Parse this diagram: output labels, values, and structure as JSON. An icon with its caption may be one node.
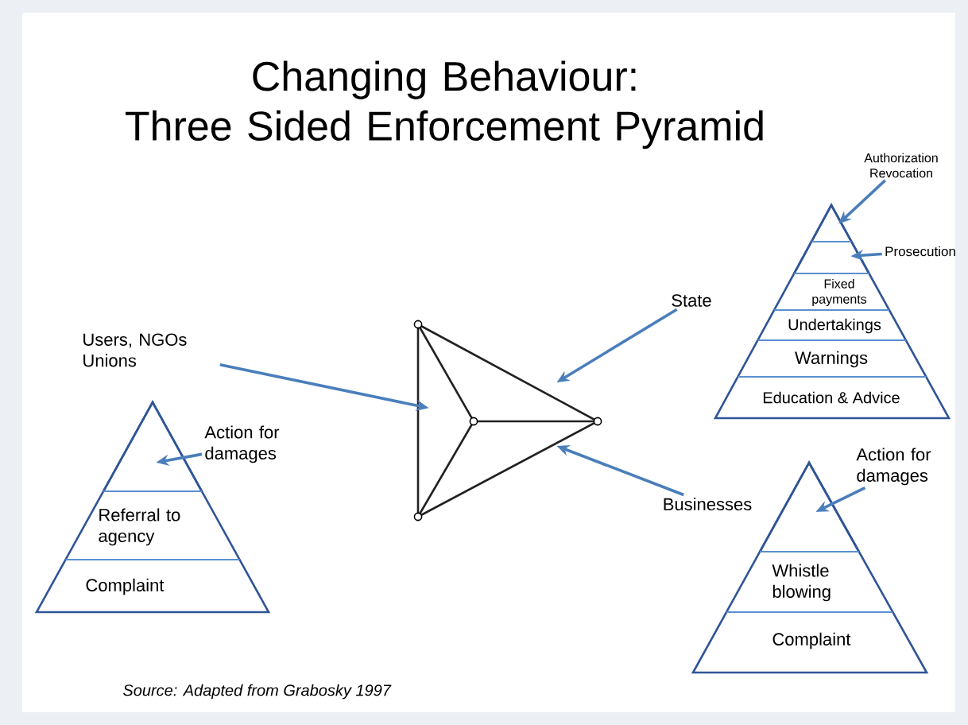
{
  "diagram": {
    "title": "Changing Behaviour: Three Sided Enforcement Pyramid",
    "caption": "Source: Adapted from Grabosky 1997",
    "nodes": [
      {
        "text": [],
        "shape": "pyramid"
      },
      {
        "text": [
          "Users, NGOs Unions"
        ]
      },
      {
        "text": [
          "State"
        ]
      },
      {
        "text": [
          "Businesses"
        ]
      },
      {
        "text": [],
        "shape": "triangle"
      },
      {
        "text": [],
        "shape": "triangle",
        "in": 4
      },
      {
        "text": [
          "Referral to agency"
        ],
        "in": 4
      },
      {
        "text": [
          "Complaint"
        ],
        "in": 4
      },
      {
        "text": [
          "Action for damages"
        ]
      },
      {
        "text": [],
        "shape": "triangle"
      },
      {
        "text": [],
        "shape": "triangle",
        "in": 9
      },
      {
        "text": [],
        "shape": "band",
        "in": 9
      },
      {
        "text": [
          "Fixed payments"
        ],
        "in": 9
      },
      {
        "text": [
          "Undertakings"
        ],
        "in": 9
      },
      {
        "text": [
          "Warnings"
        ],
        "in": 9
      },
      {
        "text": [
          "Education & Advice"
        ],
        "in": 9
      },
      {
        "text": [
          "Authorization Revocation"
        ]
      },
      {
        "text": [
          "Prosecution"
        ]
      },
      {
        "text": [],
        "shape": "triangle"
      },
      {
        "text": [],
        "shape": "triangle",
        "in": 18
      },
      {
        "text": [
          "Whistle blowing"
        ],
        "in": 18
      },
      {
        "text": [
          "Complaint"
        ],
        "in": 18
      },
      {
        "text": [
          "Action for damages"
        ]
      }
    ],
    "edges": [
      {
        "from": 1,
        "to": 0,
        "arrow": "to"
      },
      {
        "from": 2,
        "to": 0,
        "arrow": "to"
      },
      {
        "from": 3,
        "to": 0,
        "arrow": "to"
      },
      {
        "from": 8,
        "to": 5,
        "arrow": "to"
      },
      {
        "from": 16,
        "to": 10,
        "arrow": "to"
      },
      {
        "from": 17,
        "to": 11,
        "arrow": "to"
      },
      {
        "from": 22,
        "to": 19,
        "arrow": "to"
      }
    ]
  }
}
